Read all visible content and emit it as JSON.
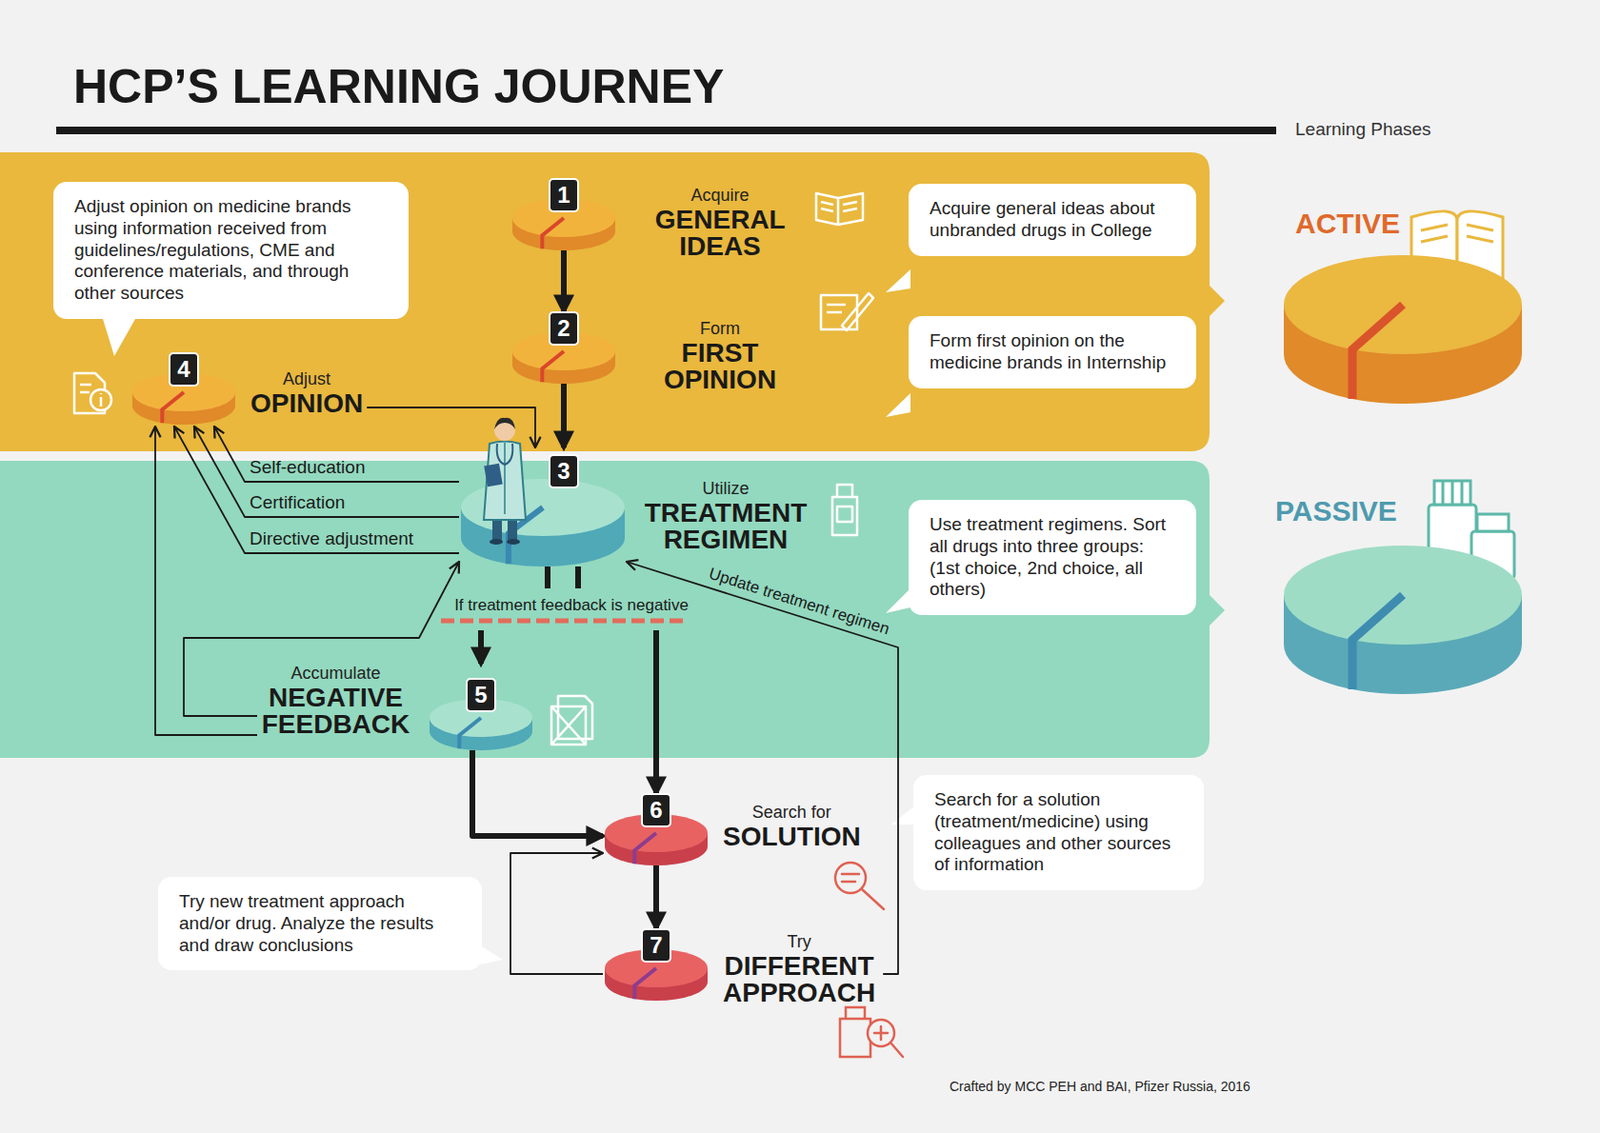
{
  "diagram": {
    "title": "HCP’S LEARNING JOURNEY",
    "caption": "Crafted by MCC PEH and BAI, Pfizer Russia, 2016",
    "nodes": [
      {
        "text": [
          "1",
          "Acquire",
          "GENERAL IDEAS"
        ]
      },
      {
        "text": [
          "2",
          "Form",
          "FIRST OPINION"
        ]
      },
      {
        "text": [
          "3",
          "Utilize",
          "TREATMENT REGIMEN"
        ]
      },
      {
        "text": [
          "4",
          "Adjust",
          "OPINION"
        ]
      },
      {
        "text": [
          "5",
          "Accumulate",
          "NEGATIVE FEEDBACK"
        ]
      },
      {
        "text": [
          "6",
          "Search for",
          "SOLUTION"
        ]
      },
      {
        "text": [
          "7",
          "Try",
          "DIFFERENT APPROACH"
        ]
      },
      {
        "text": [
          "Adjust opinion on medicine brands using information received from guidelines/regulations, CME and conference materials, and through other sources"
        ]
      },
      {
        "text": [
          "Acquire general ideas about unbranded drugs in College"
        ]
      },
      {
        "text": [
          "Form first opinion on the medicine brands in Internship"
        ]
      },
      {
        "text": [
          "Use treatment regimens. Sort all drugs into three groups: (1st choice, 2nd choice, all others)"
        ]
      },
      {
        "text": [
          "Search for a solution (treatment/medicine) using colleagues and other sources of information"
        ]
      },
      {
        "text": [
          "Try new treatment approach and/or drug. Analyze the results and draw conclusions"
        ]
      },
      {
        "text": [
          "ACTIVE"
        ]
      },
      {
        "text": [
          "PASSIVE"
        ]
      }
    ],
    "edges": [
      {
        "from": 0,
        "to": 1,
        "arrow": "to"
      },
      {
        "from": 1,
        "to": 2,
        "arrow": "to"
      },
      {
        "from": 3,
        "to": 2,
        "arrow": "to"
      },
      {
        "from": 2,
        "to": 3,
        "label": "Self-education",
        "arrow": "to"
      },
      {
        "from": 2,
        "to": 3,
        "label": "Certification",
        "arrow": "to"
      },
      {
        "from": 2,
        "to": 3,
        "label": "Directive adjustment",
        "arrow": "to"
      },
      {
        "from": 2,
        "to": 4,
        "label": "If treatment feedback is negative",
        "arrow": "to"
      },
      {
        "from": 2,
        "to": 5,
        "arrow": "to"
      },
      {
        "from": 4,
        "to": 2,
        "arrow": "to"
      },
      {
        "from": 4,
        "to": 3,
        "arrow": "to"
      },
      {
        "from": 4,
        "to": 5,
        "arrow": "to"
      },
      {
        "from": 5,
        "to": 6,
        "arrow": "to"
      },
      {
        "from": 6,
        "to": 5,
        "arrow": "to"
      },
      {
        "from": 6,
        "to": 2,
        "label": "Update treatment regimen",
        "arrow": "to"
      }
    ],
    "labels": [
      "Learning Phases"
    ]
  }
}
